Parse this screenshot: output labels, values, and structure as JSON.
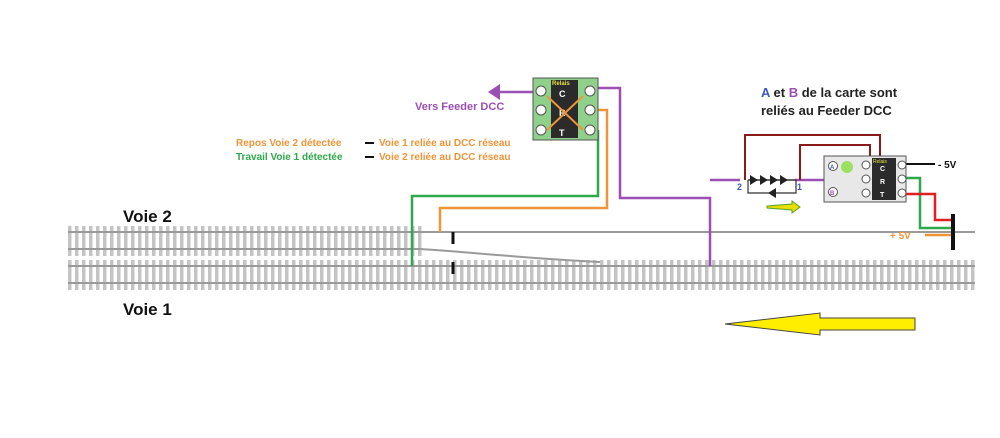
{
  "tracks": {
    "voie2_label": "Voie 2",
    "voie1_label": "Voie 1"
  },
  "relay": {
    "name": "Relais",
    "terminal_c": "C",
    "terminal_r": "R",
    "terminal_t": "T",
    "feeder_label": "Vers Feeder DCC"
  },
  "legend": {
    "repos_state": "Repos Voie 2 détectée",
    "repos_result": "Voie 1 reliée au DCC réseau",
    "travail_state": "Travail Voie 1 détectée",
    "travail_result": "Voie 2 reliée au DCC réseau"
  },
  "note": {
    "letter_a": "A",
    "line1_rest": " et ",
    "letter_b": "B",
    "line1_end": " de la carte sont",
    "line2": "reliés au Feeder DCC"
  },
  "detector": {
    "pin_a": "A",
    "pin_b": "B",
    "side_2": "2",
    "side_1": "1",
    "module_label": "Relais",
    "terminal_c": "C",
    "terminal_r": "R",
    "terminal_t": "T"
  },
  "power": {
    "minus": "- 5V",
    "plus": "+ 5V"
  },
  "colors": {
    "purple": "#9b4fb3",
    "orange": "#f0943a",
    "green": "#2ea84a",
    "maroon": "#8b1a1a",
    "red": "#e02020",
    "yellow": "#ffee00",
    "note_blue": "#3b5bbf",
    "note_purple": "#9b4fb3",
    "relay_green": "#8fd18a"
  }
}
